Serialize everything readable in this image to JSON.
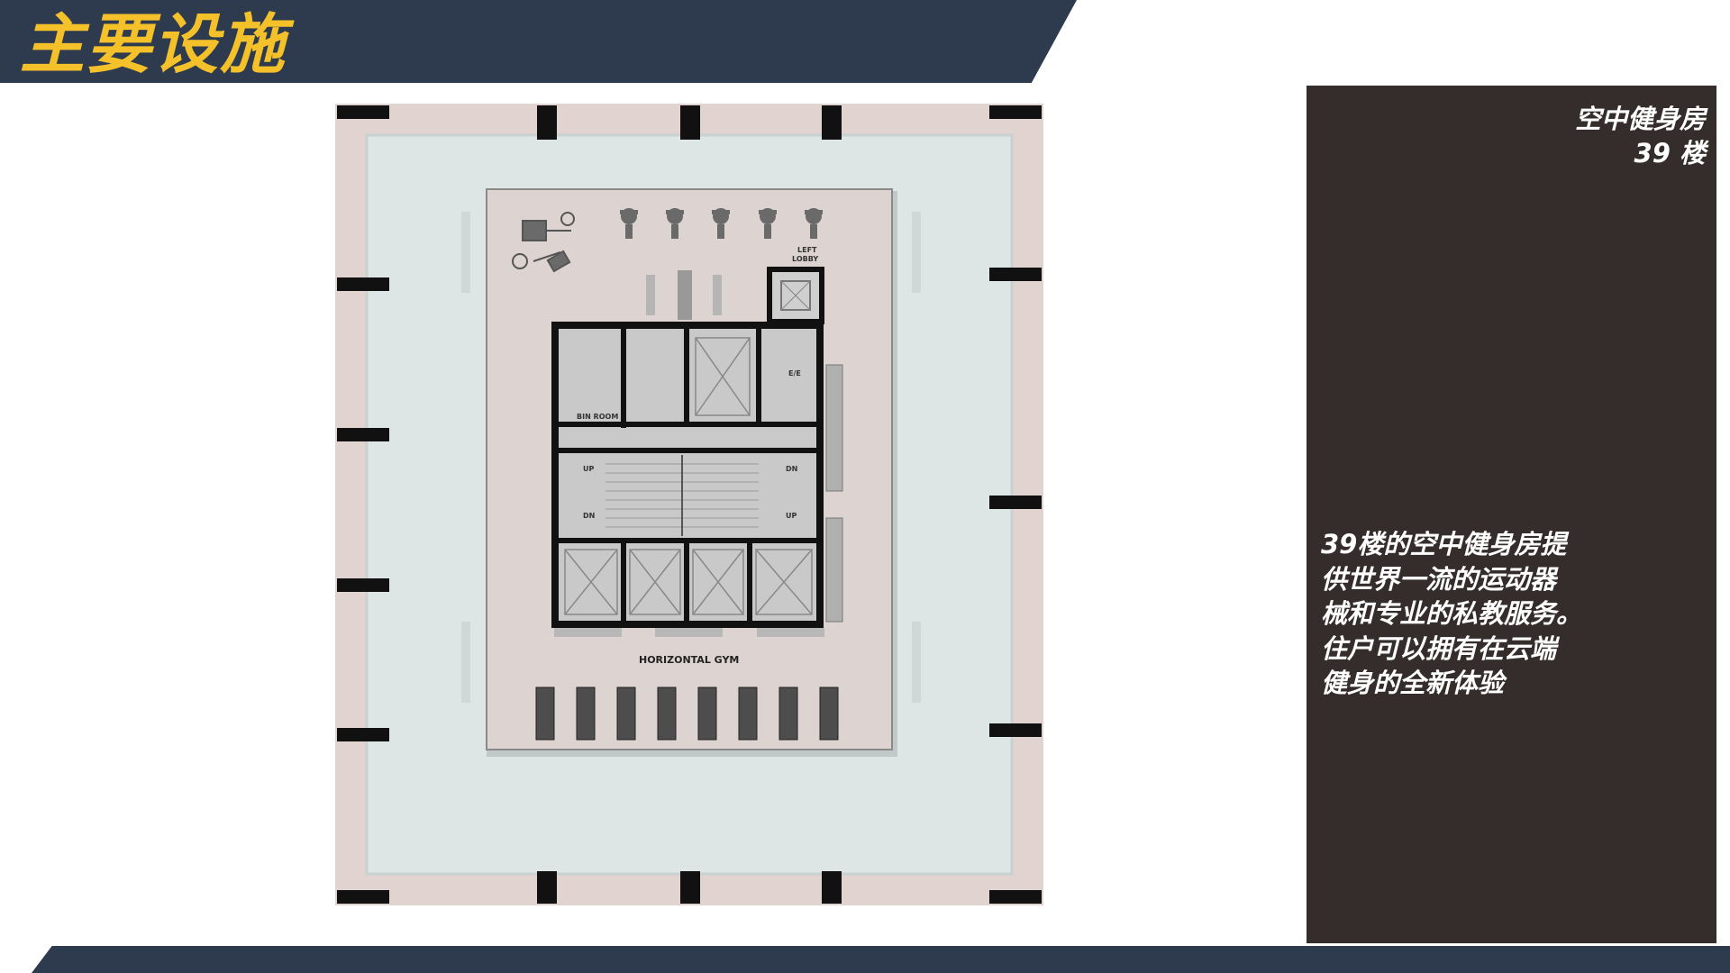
{
  "header": {
    "title": "主要设施",
    "title_color": "#f5c12a",
    "bar_color": "#2e3a4e"
  },
  "panel": {
    "background": "#342d2b",
    "heading_line1": "空中健身房",
    "heading_line2": "39 楼",
    "description_lines": [
      "39楼的空中健身房提",
      "供世界一流的运动器",
      "械和专业的私教服务。",
      "住户可以拥有在云端",
      "健身的全新体验"
    ]
  },
  "floor_plan": {
    "left_lobby": "LEFT LOBBY",
    "left_lobby_line1": "LEFT",
    "left_lobby_line2": "LOBBY",
    "ee_room": "E/E",
    "bin_room": "BIN ROOM",
    "up_left": "UP",
    "dn_left": "DN",
    "dn_right": "DN",
    "up_right": "UP",
    "gym_label": "HORIZONTAL GYM"
  }
}
